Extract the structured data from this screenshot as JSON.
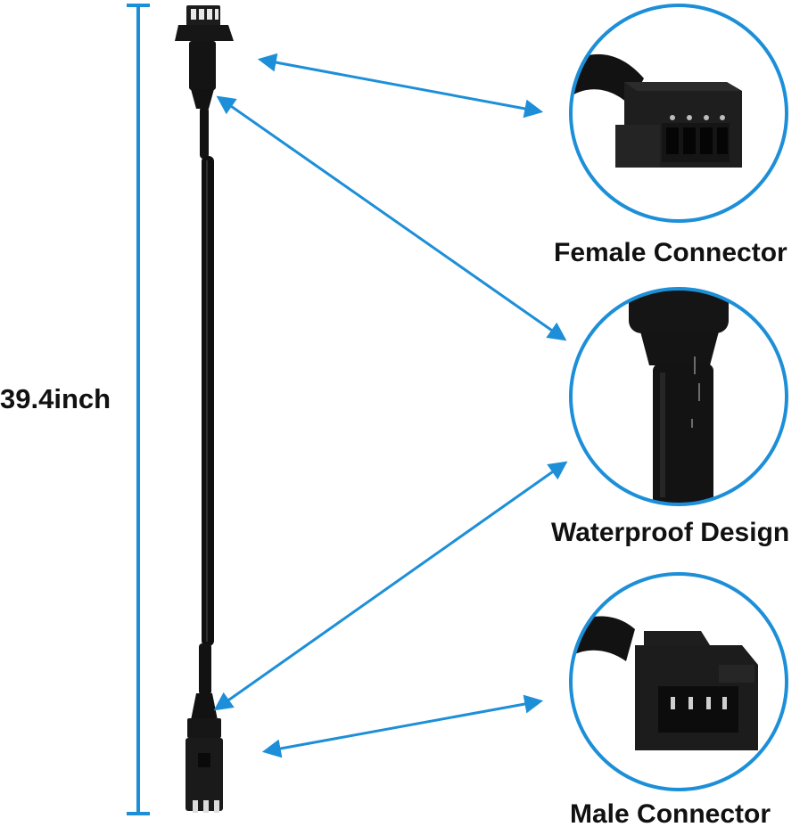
{
  "length_label": "39.4inch",
  "callouts": [
    {
      "label": "Female Connector"
    },
    {
      "label": "Waterproof Design"
    },
    {
      "label": "Male Connector"
    }
  ],
  "colors": {
    "accent": "#1d8fd8",
    "cable": "#111111",
    "label": "#111111",
    "background": "#ffffff"
  }
}
